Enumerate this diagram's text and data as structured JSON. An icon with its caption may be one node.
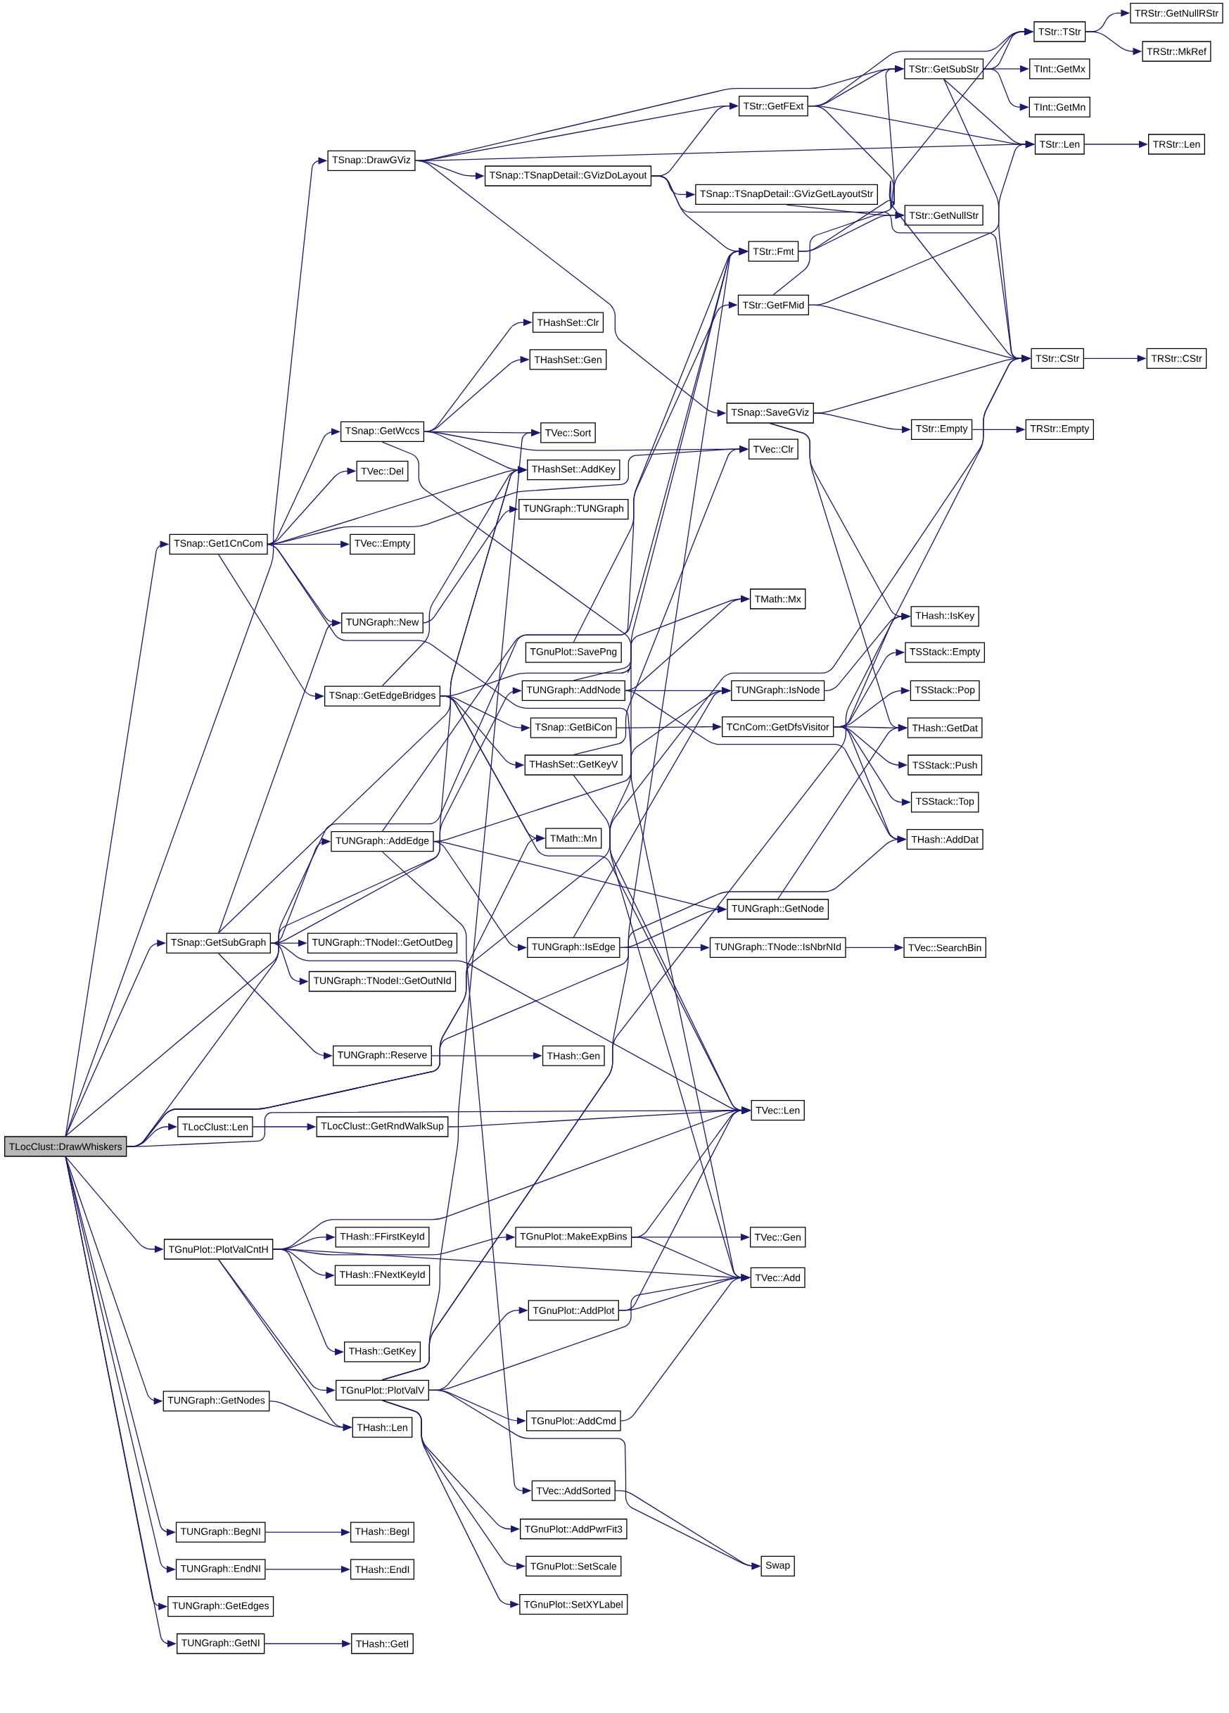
{
  "diagram": {
    "nodes": [
      {
        "text": [
          "TLocClust::DrawWhiskers"
        ]
      },
      {
        "text": [
          "TSnap::DrawGViz"
        ]
      },
      {
        "text": [
          "TSnap::TSnapDetail::GVizDoLayout"
        ]
      },
      {
        "text": [
          "TStr::GetFExt"
        ]
      },
      {
        "text": [
          "TStr::GetSubStr"
        ]
      },
      {
        "text": [
          "TStr::TStr"
        ]
      },
      {
        "text": [
          "TRStr::GetNullRStr"
        ]
      },
      {
        "text": [
          "TRStr::MkRef"
        ]
      },
      {
        "text": [
          "TInt::GetMx"
        ]
      },
      {
        "text": [
          "TInt::GetMn"
        ]
      },
      {
        "text": [
          "TStr::Len"
        ]
      },
      {
        "text": [
          "TRStr::Len"
        ]
      },
      {
        "text": [
          "TSnap::TSnapDetail::GVizGetLayoutStr"
        ]
      },
      {
        "text": [
          "TStr::GetNullStr"
        ]
      },
      {
        "text": [
          "TStr::Fmt"
        ]
      },
      {
        "text": [
          "TStr::GetFMid"
        ]
      },
      {
        "text": [
          "TStr::CStr"
        ]
      },
      {
        "text": [
          "TRStr::CStr"
        ]
      },
      {
        "text": [
          "TSnap::SaveGViz"
        ]
      },
      {
        "text": [
          "TStr::Empty"
        ]
      },
      {
        "text": [
          "TRStr::Empty"
        ]
      },
      {
        "text": [
          "TVec::Clr"
        ]
      },
      {
        "text": [
          "THashSet::Clr"
        ]
      },
      {
        "text": [
          "THashSet::Gen"
        ]
      },
      {
        "text": [
          "TSnap::GetWccs"
        ]
      },
      {
        "text": [
          "TVec::Sort"
        ]
      },
      {
        "text": [
          "THashSet::AddKey"
        ]
      },
      {
        "text": [
          "TVec::Del"
        ]
      },
      {
        "text": [
          "TUNGraph::TUNGraph"
        ]
      },
      {
        "text": [
          "TSnap::Get1CnCom"
        ]
      },
      {
        "text": [
          "TVec::Empty"
        ]
      },
      {
        "text": [
          "TMath::Mx"
        ]
      },
      {
        "text": [
          "THash::IsKey"
        ]
      },
      {
        "text": [
          "TUNGraph::New"
        ]
      },
      {
        "text": [
          "TGnuPlot::SavePng"
        ]
      },
      {
        "text": [
          "TSStack::Empty"
        ]
      },
      {
        "text": [
          "TUNGraph::AddNode"
        ]
      },
      {
        "text": [
          "TUNGraph::IsNode"
        ]
      },
      {
        "text": [
          "TSStack::Pop"
        ]
      },
      {
        "text": [
          "TSnap::GetEdgeBridges"
        ]
      },
      {
        "text": [
          "TSnap::GetBiCon"
        ]
      },
      {
        "text": [
          "TCnCom::GetDfsVisitor"
        ]
      },
      {
        "text": [
          "THash::GetDat"
        ]
      },
      {
        "text": [
          "THashSet::GetKeyV"
        ]
      },
      {
        "text": [
          "TSStack::Push"
        ]
      },
      {
        "text": [
          "TSStack::Top"
        ]
      },
      {
        "text": [
          "TMath::Mn"
        ]
      },
      {
        "text": [
          "THash::AddDat"
        ]
      },
      {
        "text": [
          "TUNGraph::AddEdge"
        ]
      },
      {
        "text": [
          "TUNGraph::GetNode"
        ]
      },
      {
        "text": [
          "TSnap::GetSubGraph"
        ]
      },
      {
        "text": [
          "TUNGraph::TNodeI::GetOutDeg"
        ]
      },
      {
        "text": [
          "TUNGraph::IsEdge"
        ]
      },
      {
        "text": [
          "TUNGraph::TNode::IsNbrNId"
        ]
      },
      {
        "text": [
          "TVec::SearchBin"
        ]
      },
      {
        "text": [
          "TUNGraph::TNodeI::GetOutNId"
        ]
      },
      {
        "text": [
          "TUNGraph::Reserve"
        ]
      },
      {
        "text": [
          "THash::Gen"
        ]
      },
      {
        "text": [
          "TVec::Len"
        ]
      },
      {
        "text": [
          "TLocClust::Len"
        ]
      },
      {
        "text": [
          "TLocClust::GetRndWalkSup"
        ]
      },
      {
        "text": [
          "THash::FFirstKeyId"
        ]
      },
      {
        "text": [
          "TGnuPlot::MakeExpBins"
        ]
      },
      {
        "text": [
          "TVec::Gen"
        ]
      },
      {
        "text": [
          "THash::FNextKeyId"
        ]
      },
      {
        "text": [
          "TGnuPlot::PlotValCntH"
        ]
      },
      {
        "text": [
          "TVec::Add"
        ]
      },
      {
        "text": [
          "TGnuPlot::AddPlot"
        ]
      },
      {
        "text": [
          "THash::GetKey"
        ]
      },
      {
        "text": [
          "TGnuPlot::PlotValV"
        ]
      },
      {
        "text": [
          "TUNGraph::GetNodes"
        ]
      },
      {
        "text": [
          "TGnuPlot::AddCmd"
        ]
      },
      {
        "text": [
          "THash::Len"
        ]
      },
      {
        "text": [
          "TVec::AddSorted"
        ]
      },
      {
        "text": [
          "TGnuPlot::AddPwrFit3"
        ]
      },
      {
        "text": [
          "TUNGraph::BegNI"
        ]
      },
      {
        "text": [
          "THash::BegI"
        ]
      },
      {
        "text": [
          "TGnuPlot::SetScale"
        ]
      },
      {
        "text": [
          "Swap"
        ]
      },
      {
        "text": [
          "TUNGraph::EndNI"
        ]
      },
      {
        "text": [
          "THash::EndI"
        ]
      },
      {
        "text": [
          "TGnuPlot::SetXYLabel"
        ]
      },
      {
        "text": [
          "TUNGraph::GetEdges"
        ]
      },
      {
        "text": [
          "TUNGraph::GetNI"
        ]
      },
      {
        "text": [
          "THash::GetI"
        ]
      }
    ],
    "edges": [
      {
        "from": 0,
        "to": 1,
        "arrow": "to"
      },
      {
        "from": 0,
        "to": 29,
        "arrow": "to"
      },
      {
        "from": 0,
        "to": 50,
        "arrow": "to"
      },
      {
        "from": 0,
        "to": 59,
        "arrow": "to"
      },
      {
        "from": 0,
        "to": 65,
        "arrow": "to"
      },
      {
        "from": 0,
        "to": 70,
        "arrow": "to"
      },
      {
        "from": 0,
        "to": 75,
        "arrow": "to"
      },
      {
        "from": 0,
        "to": 79,
        "arrow": "to"
      },
      {
        "from": 0,
        "to": 82,
        "arrow": "to"
      },
      {
        "from": 0,
        "to": 83,
        "arrow": "to"
      },
      {
        "from": 0,
        "to": 14,
        "arrow": "to"
      },
      {
        "from": 0,
        "to": 26,
        "arrow": "to"
      },
      {
        "from": 0,
        "to": 46,
        "arrow": "to"
      },
      {
        "from": 0,
        "to": 58,
        "arrow": "to"
      },
      {
        "from": 0,
        "to": 47,
        "arrow": "to"
      },
      {
        "from": 0,
        "to": 16,
        "arrow": "to"
      },
      {
        "from": 1,
        "to": 4,
        "arrow": "to"
      },
      {
        "from": 1,
        "to": 3,
        "arrow": "to"
      },
      {
        "from": 1,
        "to": 10,
        "arrow": "to"
      },
      {
        "from": 1,
        "to": 2,
        "arrow": "to"
      },
      {
        "from": 1,
        "to": 18,
        "arrow": "to"
      },
      {
        "from": 2,
        "to": 3,
        "arrow": "to"
      },
      {
        "from": 2,
        "to": 12,
        "arrow": "to"
      },
      {
        "from": 2,
        "to": 14,
        "arrow": "to"
      },
      {
        "from": 2,
        "to": 16,
        "arrow": "to"
      },
      {
        "from": 3,
        "to": 5,
        "arrow": "to"
      },
      {
        "from": 3,
        "to": 4,
        "arrow": "to"
      },
      {
        "from": 3,
        "to": 10,
        "arrow": "to"
      },
      {
        "from": 3,
        "to": 16,
        "arrow": "to"
      },
      {
        "from": 4,
        "to": 5,
        "arrow": "to"
      },
      {
        "from": 4,
        "to": 8,
        "arrow": "to"
      },
      {
        "from": 4,
        "to": 9,
        "arrow": "to"
      },
      {
        "from": 4,
        "to": 10,
        "arrow": "to"
      },
      {
        "from": 4,
        "to": 16,
        "arrow": "to"
      },
      {
        "from": 5,
        "to": 6,
        "arrow": "to"
      },
      {
        "from": 5,
        "to": 7,
        "arrow": "to"
      },
      {
        "from": 10,
        "to": 11,
        "arrow": "to"
      },
      {
        "from": 16,
        "to": 17,
        "arrow": "to"
      },
      {
        "from": 19,
        "to": 20,
        "arrow": "to"
      },
      {
        "from": 12,
        "to": 13,
        "arrow": "to"
      },
      {
        "from": 14,
        "to": 13,
        "arrow": "to"
      },
      {
        "from": 14,
        "to": 5,
        "arrow": "to"
      },
      {
        "from": 15,
        "to": 4,
        "arrow": "to"
      },
      {
        "from": 15,
        "to": 10,
        "arrow": "to"
      },
      {
        "from": 15,
        "to": 16,
        "arrow": "to"
      },
      {
        "from": 18,
        "to": 16,
        "arrow": "to"
      },
      {
        "from": 18,
        "to": 19,
        "arrow": "to"
      },
      {
        "from": 18,
        "to": 32,
        "arrow": "to"
      },
      {
        "from": 18,
        "to": 42,
        "arrow": "to"
      },
      {
        "from": 24,
        "to": 22,
        "arrow": "to"
      },
      {
        "from": 24,
        "to": 23,
        "arrow": "to"
      },
      {
        "from": 24,
        "to": 25,
        "arrow": "to"
      },
      {
        "from": 24,
        "to": 26,
        "arrow": "to"
      },
      {
        "from": 24,
        "to": 21,
        "arrow": "to"
      },
      {
        "from": 24,
        "to": 66,
        "arrow": "to"
      },
      {
        "from": 29,
        "to": 24,
        "arrow": "to"
      },
      {
        "from": 29,
        "to": 27,
        "arrow": "to"
      },
      {
        "from": 29,
        "to": 30,
        "arrow": "to"
      },
      {
        "from": 29,
        "to": 26,
        "arrow": "to"
      },
      {
        "from": 29,
        "to": 33,
        "arrow": "to"
      },
      {
        "from": 29,
        "to": 39,
        "arrow": "to"
      },
      {
        "from": 29,
        "to": 21,
        "arrow": "to"
      },
      {
        "from": 29,
        "to": 58,
        "arrow": "to"
      },
      {
        "from": 33,
        "to": 28,
        "arrow": "to"
      },
      {
        "from": 34,
        "to": 14,
        "arrow": "to"
      },
      {
        "from": 36,
        "to": 31,
        "arrow": "to"
      },
      {
        "from": 36,
        "to": 37,
        "arrow": "to"
      },
      {
        "from": 36,
        "to": 47,
        "arrow": "to"
      },
      {
        "from": 36,
        "to": 14,
        "arrow": "to"
      },
      {
        "from": 37,
        "to": 32,
        "arrow": "to"
      },
      {
        "from": 39,
        "to": 40,
        "arrow": "to"
      },
      {
        "from": 39,
        "to": 43,
        "arrow": "to"
      },
      {
        "from": 39,
        "to": 46,
        "arrow": "to"
      },
      {
        "from": 39,
        "to": 26,
        "arrow": "to"
      },
      {
        "from": 39,
        "to": 31,
        "arrow": "to"
      },
      {
        "from": 39,
        "to": 58,
        "arrow": "to"
      },
      {
        "from": 40,
        "to": 41,
        "arrow": "to"
      },
      {
        "from": 41,
        "to": 32,
        "arrow": "to"
      },
      {
        "from": 41,
        "to": 35,
        "arrow": "to"
      },
      {
        "from": 41,
        "to": 38,
        "arrow": "to"
      },
      {
        "from": 41,
        "to": 42,
        "arrow": "to"
      },
      {
        "from": 41,
        "to": 44,
        "arrow": "to"
      },
      {
        "from": 41,
        "to": 45,
        "arrow": "to"
      },
      {
        "from": 41,
        "to": 47,
        "arrow": "to"
      },
      {
        "from": 43,
        "to": 21,
        "arrow": "to"
      },
      {
        "from": 43,
        "to": 66,
        "arrow": "to"
      },
      {
        "from": 48,
        "to": 52,
        "arrow": "to"
      },
      {
        "from": 48,
        "to": 49,
        "arrow": "to"
      },
      {
        "from": 48,
        "to": 37,
        "arrow": "to"
      },
      {
        "from": 48,
        "to": 15,
        "arrow": "to"
      },
      {
        "from": 48,
        "to": 73,
        "arrow": "to"
      },
      {
        "from": 49,
        "to": 42,
        "arrow": "to"
      },
      {
        "from": 50,
        "to": 48,
        "arrow": "to"
      },
      {
        "from": 50,
        "to": 51,
        "arrow": "to"
      },
      {
        "from": 50,
        "to": 55,
        "arrow": "to"
      },
      {
        "from": 50,
        "to": 56,
        "arrow": "to"
      },
      {
        "from": 50,
        "to": 58,
        "arrow": "to"
      },
      {
        "from": 50,
        "to": 33,
        "arrow": "to"
      },
      {
        "from": 50,
        "to": 36,
        "arrow": "to"
      },
      {
        "from": 50,
        "to": 26,
        "arrow": "to"
      },
      {
        "from": 52,
        "to": 49,
        "arrow": "to"
      },
      {
        "from": 52,
        "to": 53,
        "arrow": "to"
      },
      {
        "from": 52,
        "to": 37,
        "arrow": "to"
      },
      {
        "from": 53,
        "to": 54,
        "arrow": "to"
      },
      {
        "from": 56,
        "to": 57,
        "arrow": "to"
      },
      {
        "from": 59,
        "to": 60,
        "arrow": "to"
      },
      {
        "from": 60,
        "to": 58,
        "arrow": "to"
      },
      {
        "from": 62,
        "to": 63,
        "arrow": "to"
      },
      {
        "from": 62,
        "to": 66,
        "arrow": "to"
      },
      {
        "from": 62,
        "to": 58,
        "arrow": "to"
      },
      {
        "from": 65,
        "to": 58,
        "arrow": "to"
      },
      {
        "from": 65,
        "to": 61,
        "arrow": "to"
      },
      {
        "from": 65,
        "to": 64,
        "arrow": "to"
      },
      {
        "from": 65,
        "to": 62,
        "arrow": "to"
      },
      {
        "from": 65,
        "to": 66,
        "arrow": "to"
      },
      {
        "from": 65,
        "to": 68,
        "arrow": "to"
      },
      {
        "from": 65,
        "to": 69,
        "arrow": "to"
      },
      {
        "from": 65,
        "to": 72,
        "arrow": "to"
      },
      {
        "from": 67,
        "to": 66,
        "arrow": "to"
      },
      {
        "from": 67,
        "to": 58,
        "arrow": "to"
      },
      {
        "from": 69,
        "to": 67,
        "arrow": "to"
      },
      {
        "from": 69,
        "to": 71,
        "arrow": "to"
      },
      {
        "from": 69,
        "to": 74,
        "arrow": "to"
      },
      {
        "from": 69,
        "to": 77,
        "arrow": "to"
      },
      {
        "from": 69,
        "to": 81,
        "arrow": "to"
      },
      {
        "from": 69,
        "to": 66,
        "arrow": "to"
      },
      {
        "from": 69,
        "to": 16,
        "arrow": "to"
      },
      {
        "from": 69,
        "to": 78,
        "arrow": "to"
      },
      {
        "from": 69,
        "to": 25,
        "arrow": "to"
      },
      {
        "from": 69,
        "to": 14,
        "arrow": "to"
      },
      {
        "from": 70,
        "to": 72,
        "arrow": "to"
      },
      {
        "from": 71,
        "to": 66,
        "arrow": "to"
      },
      {
        "from": 73,
        "to": 78,
        "arrow": "to"
      },
      {
        "from": 75,
        "to": 76,
        "arrow": "to"
      },
      {
        "from": 79,
        "to": 80,
        "arrow": "to"
      },
      {
        "from": 83,
        "to": 84,
        "arrow": "to"
      }
    ]
  }
}
